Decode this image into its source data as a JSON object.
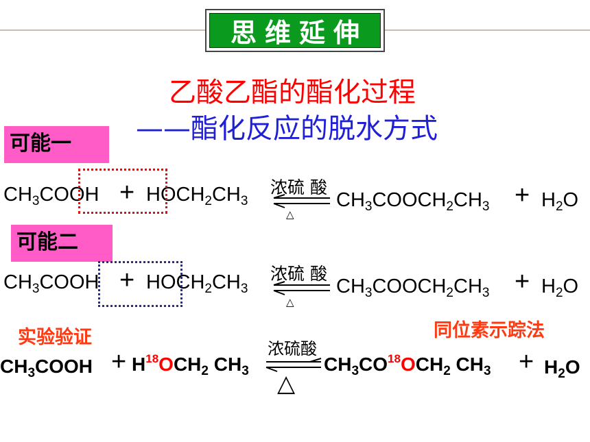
{
  "header": {
    "badge": "思维延伸"
  },
  "title": {
    "line1": "乙酸乙酯的酯化过程",
    "line2": "——酯化反应的脱水方式"
  },
  "possibility1": {
    "label": "可能一",
    "reactant1": [
      "CH",
      "3",
      "CO",
      "OH"
    ],
    "plus": "+",
    "reactant2": [
      "H",
      "OCH",
      "2",
      "CH",
      "3"
    ],
    "condition": "浓硫 酸",
    "heat": "△",
    "product1": [
      "CH",
      "3",
      "COOCH",
      "2",
      "CH",
      "3"
    ],
    "product2": [
      "H",
      "2",
      "O"
    ]
  },
  "possibility2": {
    "label": "可能二",
    "reactant1": [
      "CH",
      "3",
      "COO",
      "H"
    ],
    "plus": "+",
    "reactant2": [
      "HO",
      "CH",
      "2",
      "CH",
      "3"
    ],
    "condition": "浓硫 酸",
    "heat": "△",
    "product1": [
      "CH",
      "3",
      "COOCH",
      "2",
      "CH",
      "3"
    ],
    "product2": [
      "H",
      "2",
      "O"
    ]
  },
  "verification": {
    "label_left": "实验验证",
    "label_right": "同位素示踪法",
    "reactant1": [
      "CH",
      "3",
      "COOH"
    ],
    "plus": "+",
    "reactant2": [
      "H",
      "18",
      "O",
      "CH",
      "2",
      " CH",
      "3"
    ],
    "condition": "浓硫酸",
    "heat": "△",
    "product1": [
      "CH",
      "3",
      "CO",
      "18",
      "O",
      "CH",
      "2",
      " CH",
      "3"
    ],
    "product2": [
      "H",
      "2",
      "O"
    ],
    "isotope_color": "#ff0000"
  }
}
